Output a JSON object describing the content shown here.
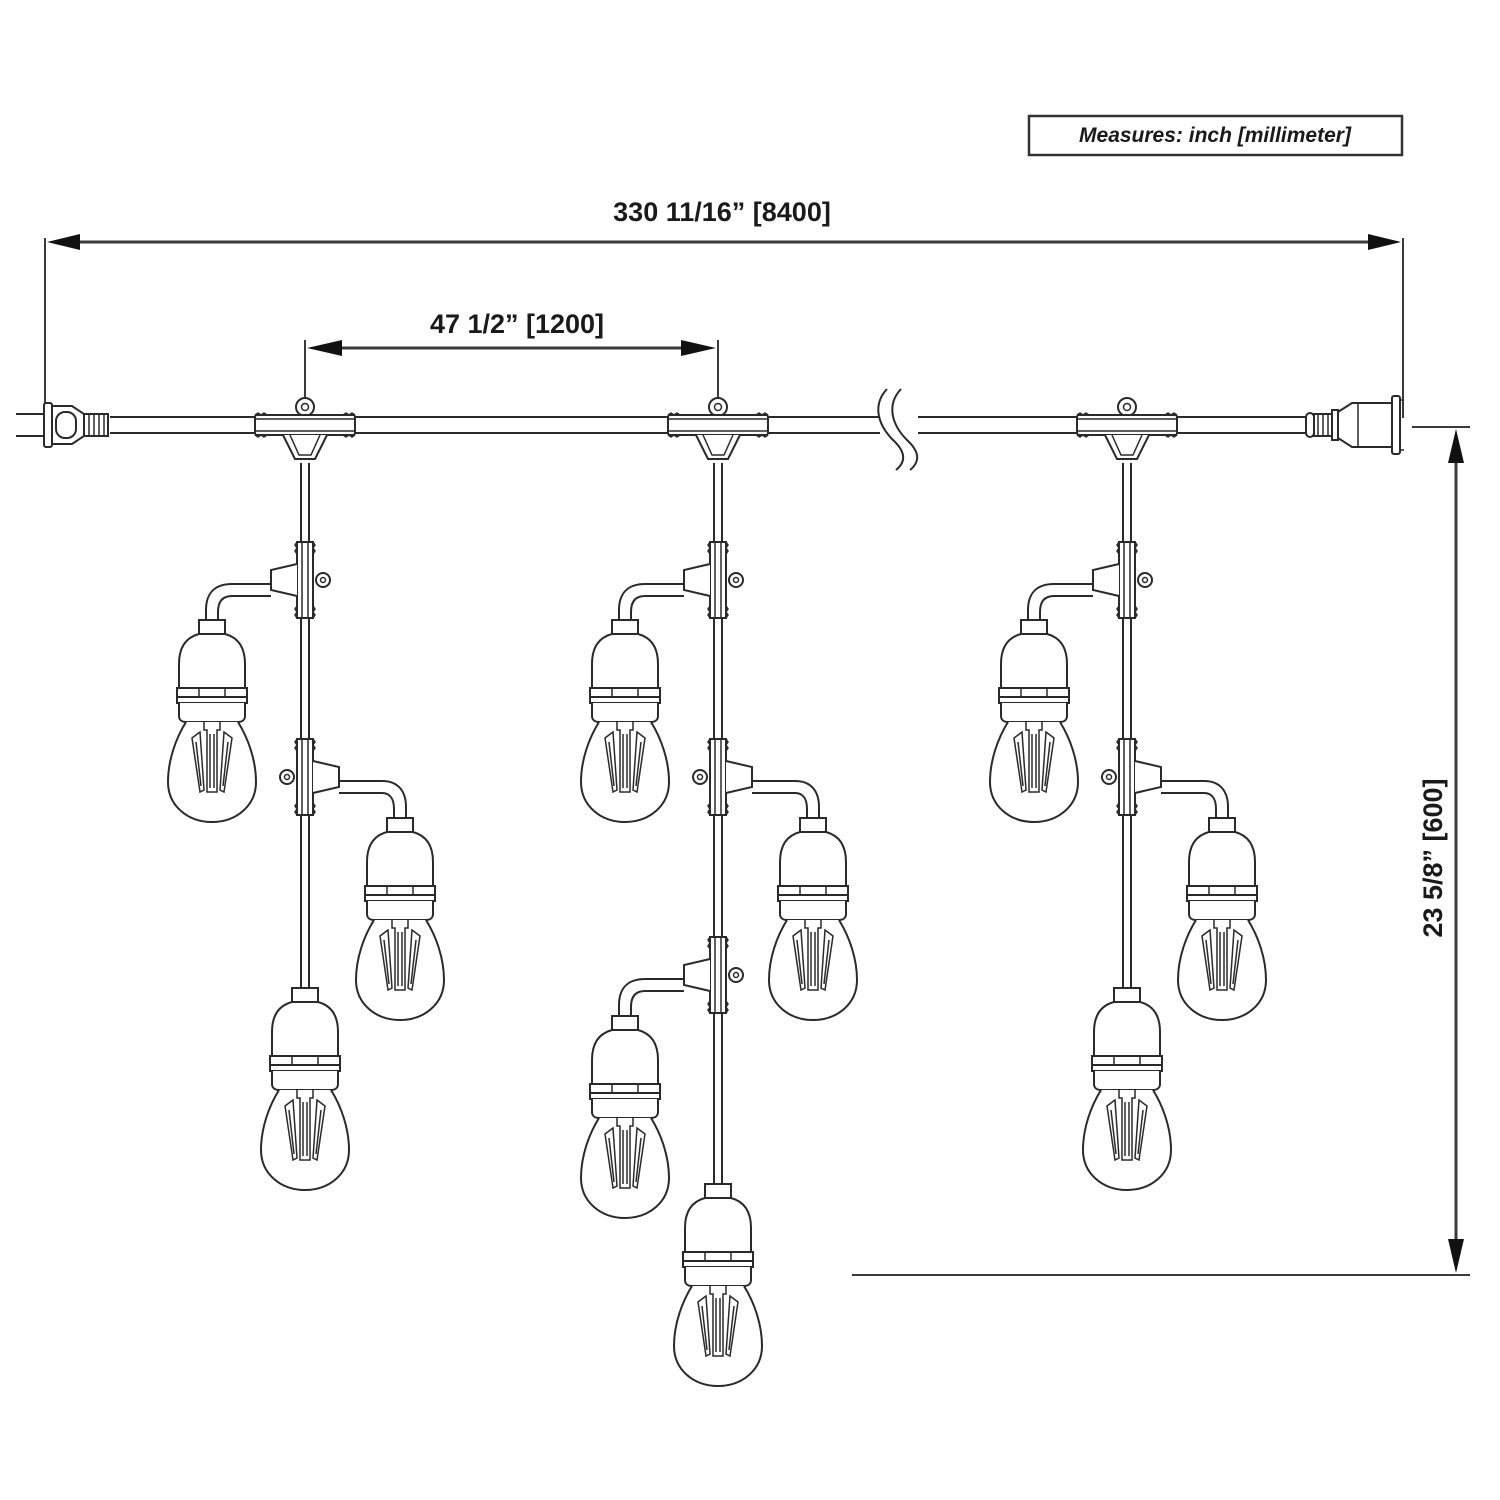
{
  "legend": {
    "label": "Measures: inch [millimeter]"
  },
  "dimensions": {
    "total_length": {
      "label": "330 11/16” [8400]",
      "inch": "330 11/16",
      "mm": 8400
    },
    "drop_spacing": {
      "label": "47 1/2” [1200]",
      "inch": "47 1/2",
      "mm": 1200
    },
    "drop_height": {
      "label": "23 5/8” [600]",
      "inch": "23 5/8",
      "mm": 600
    }
  },
  "components": {
    "male_plug": "plug",
    "female_socket": "end-connector",
    "break_symbol": "cable-break",
    "drops": [
      {
        "name": "drop-1",
        "bulb_count": 3
      },
      {
        "name": "drop-2",
        "bulb_count": 4
      },
      {
        "name": "drop-3",
        "bulb_count": 3
      }
    ]
  },
  "colors": {
    "line": "#2a2a2a",
    "background": "#ffffff"
  }
}
